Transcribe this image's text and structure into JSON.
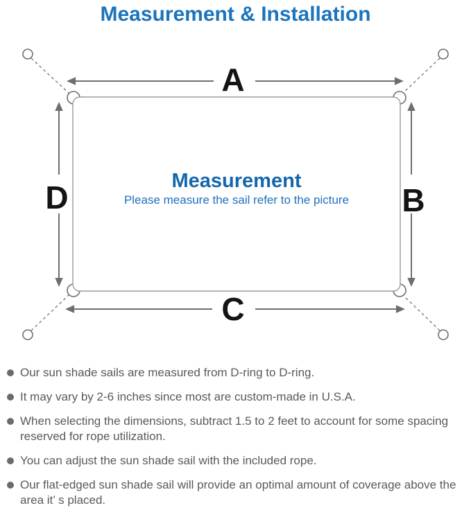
{
  "title": "Measurement & Installation",
  "diagram": {
    "label_top": "A",
    "label_right": "B",
    "label_bottom": "C",
    "label_left": "D",
    "center_title": "Measurement",
    "center_subtitle": "Please measure the sail refer to the picture"
  },
  "colors": {
    "title_blue": "#1b74bc",
    "center_blue": "#1467ad",
    "subtitle_blue": "#1e6fbf",
    "diagram_line": "#9b9b9b",
    "arrow_gray": "#6e6e6e",
    "note_text": "#595959",
    "bullet_gray": "#6b6b6b",
    "label_black": "#141414"
  },
  "notes": [
    "Our sun shade sails are measured from D-ring to D-ring.",
    "It may vary by 2-6 inches since most are custom-made in U.S.A.",
    "When selecting the dimensions, subtract 1.5 to 2 feet to account for some spacing reserved for rope utilization.",
    "You can adjust the sun shade sail with the included rope.",
    "Our flat-edged sun shade sail will provide an optimal amount of coverage above the area it’ s placed."
  ]
}
